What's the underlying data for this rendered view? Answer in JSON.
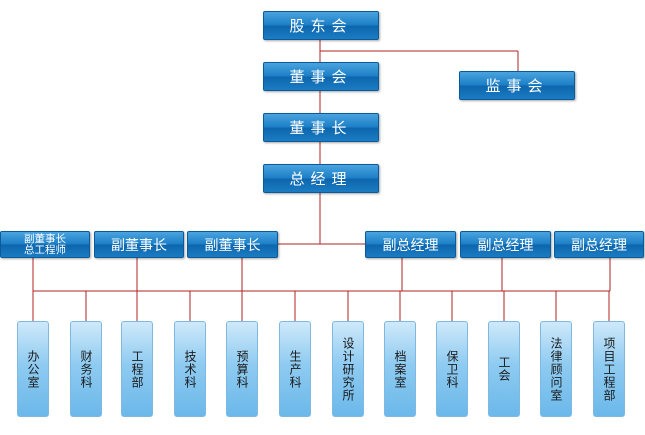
{
  "top": {
    "shareholders": "股东会",
    "board": "董事会",
    "supervisors": "监事会",
    "chairman": "董事长",
    "general_manager": "总经理"
  },
  "vice": {
    "vice_chair_chief_engineer_line1": "副董事长",
    "vice_chair_chief_engineer_line2": "总工程师",
    "vice_chair_1": "副董事长",
    "vice_chair_2": "副董事长",
    "vice_gm_1": "副总经理",
    "vice_gm_2": "副总经理",
    "vice_gm_3": "副总经理"
  },
  "departments": [
    "办公室",
    "财务科",
    "工程部",
    "技术科",
    "预算科",
    "生产科",
    "设计研究所",
    "档案室",
    "保卫科",
    "工会",
    "法律顾问室",
    "项目工程部"
  ],
  "colors": {
    "box_top": "#4aa3df",
    "box_bottom": "#0d66ad",
    "dept_top": "#cfe9fa",
    "dept_bottom": "#6bb8ea",
    "connector": "#b02323"
  }
}
